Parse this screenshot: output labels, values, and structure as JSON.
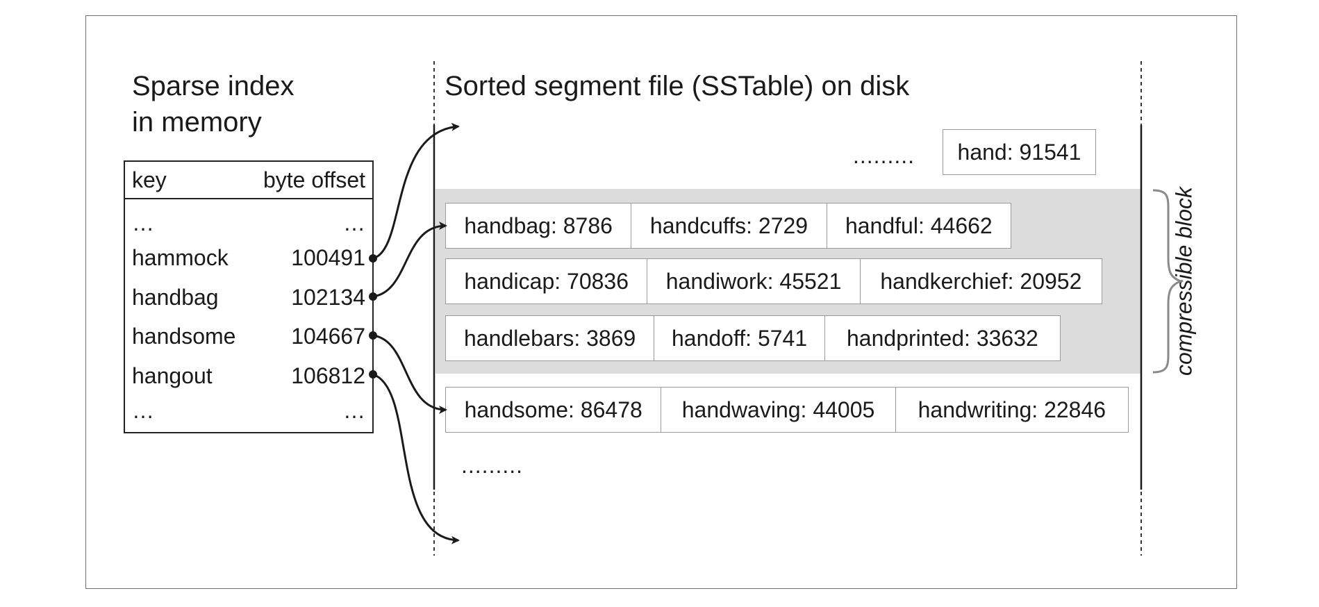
{
  "left_title": {
    "line1": "Sparse index",
    "line2": "in memory"
  },
  "right_title": "Sorted segment file (SSTable) on disk",
  "index": {
    "header": {
      "key": "key",
      "offset": "byte offset"
    },
    "ellipsis": "…",
    "rows": [
      {
        "key": "hammock",
        "offset": "100491"
      },
      {
        "key": "handbag",
        "offset": "102134"
      },
      {
        "key": "handsome",
        "offset": "104667"
      },
      {
        "key": "hangout",
        "offset": "106812"
      }
    ]
  },
  "segment": {
    "top_dots": ".........",
    "bottom_dots": ".........",
    "top_box": "hand: 91541",
    "block_rows": [
      [
        "handbag: 8786",
        "handcuffs: 2729",
        "handful: 44662"
      ],
      [
        "handicap: 70836",
        "handiwork: 45521",
        "handkerchief: 20952"
      ],
      [
        "handlebars: 3869",
        "handoff: 5741",
        "handprinted: 33632"
      ]
    ],
    "next_row": [
      "handsome: 86478",
      "handwaving: 44005",
      "handwriting: 22846"
    ]
  },
  "brace_label": "compressible block",
  "colors": {
    "block_fill": "#dcdcdc",
    "line": "#1a1a1a",
    "box_border": "#9a9a9a"
  }
}
